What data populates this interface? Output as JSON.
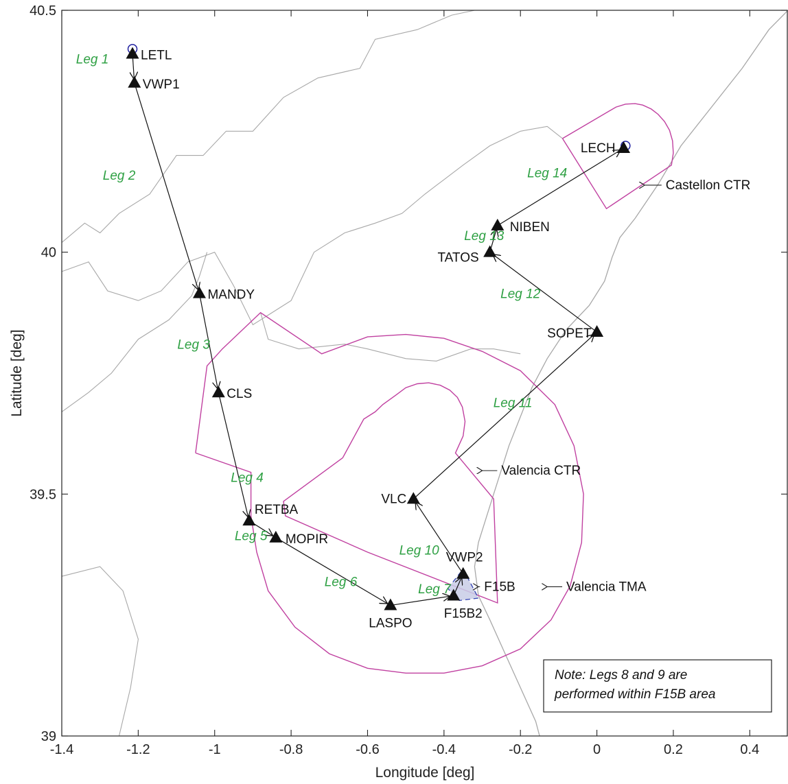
{
  "chart_data": {
    "type": "line",
    "xlabel": "Longitude [deg]",
    "ylabel": "Latitude [deg]",
    "xlim": [
      -1.4,
      0.5
    ],
    "ylim": [
      39,
      40.5
    ],
    "x_ticks": [
      -1.4,
      -1.2,
      -1,
      -0.8,
      -0.6,
      -0.4,
      -0.2,
      0,
      0.2,
      0.4
    ],
    "x_tick_labels": [
      "-1.4",
      "-1.2",
      "-1",
      "-0.8",
      "-0.6",
      "-0.4",
      "-0.2",
      "0",
      "0.2",
      "0.4"
    ],
    "y_ticks": [
      39,
      39.5,
      40,
      40.5
    ],
    "y_tick_labels": [
      "39",
      "39.5",
      "40",
      "40.5"
    ],
    "grid": false,
    "colors": {
      "route": "#111111",
      "airspace": "#c040a0",
      "coastline": "#a8a8a8",
      "leg_label": "#2ea043",
      "origin_marker": "#2020a0",
      "f15b_fill": "#c8cce6",
      "f15b_edge": "#3040b0"
    },
    "waypoints": [
      {
        "name": "LETL",
        "x": -1.215,
        "y": 40.41
      },
      {
        "name": "VWP1",
        "x": -1.21,
        "y": 40.35
      },
      {
        "name": "MANDY",
        "x": -1.04,
        "y": 39.915
      },
      {
        "name": "CLS",
        "x": -0.99,
        "y": 39.71
      },
      {
        "name": "RETBA",
        "x": -0.91,
        "y": 39.445
      },
      {
        "name": "MOPIR",
        "x": -0.84,
        "y": 39.41
      },
      {
        "name": "LASPO",
        "x": -0.54,
        "y": 39.27
      },
      {
        "name": "F15B2",
        "x": -0.375,
        "y": 39.29
      },
      {
        "name": "VWP2",
        "x": -0.35,
        "y": 39.335
      },
      {
        "name": "VLC",
        "x": -0.48,
        "y": 39.49
      },
      {
        "name": "SOPET",
        "x": 0.0,
        "y": 39.835
      },
      {
        "name": "TATOS",
        "x": -0.28,
        "y": 40.0
      },
      {
        "name": "NIBEN",
        "x": -0.26,
        "y": 40.055
      },
      {
        "name": "LECH",
        "x": 0.07,
        "y": 40.215
      }
    ],
    "legs": [
      {
        "label": "Leg 1",
        "from": "LETL",
        "to": "VWP1",
        "label_x": -1.32,
        "label_y": 40.39
      },
      {
        "label": "Leg 2",
        "from": "VWP1",
        "to": "MANDY",
        "label_x": -1.25,
        "label_y": 40.15
      },
      {
        "label": "Leg 3",
        "from": "MANDY",
        "to": "CLS",
        "label_x": -1.055,
        "label_y": 39.8
      },
      {
        "label": "Leg 4",
        "from": "CLS",
        "to": "RETBA",
        "label_x": -0.915,
        "label_y": 39.525
      },
      {
        "label": "Leg 5",
        "from": "RETBA",
        "to": "MOPIR",
        "label_x": -0.905,
        "label_y": 39.405
      },
      {
        "label": "Leg 6",
        "from": "MOPIR",
        "to": "LASPO",
        "label_x": -0.67,
        "label_y": 39.31
      },
      {
        "label": "Leg 7",
        "from": "LASPO",
        "to": "F15B2",
        "label_x": -0.425,
        "label_y": 39.295
      },
      {
        "label": "Leg 10",
        "from": "VWP2",
        "to": "VLC",
        "label_x": -0.465,
        "label_y": 39.375
      },
      {
        "label": "Leg 11",
        "from": "VLC",
        "to": "SOPET",
        "label_x": -0.22,
        "label_y": 39.68
      },
      {
        "label": "Leg 12",
        "from": "SOPET",
        "to": "TATOS",
        "label_x": -0.2,
        "label_y": 39.905
      },
      {
        "label": "Leg 13",
        "from": "TATOS",
        "to": "NIBEN",
        "label_x": -0.295,
        "label_y": 40.025
      },
      {
        "label": "Leg 14",
        "from": "NIBEN",
        "to": "LECH",
        "label_x": -0.13,
        "label_y": 40.155
      }
    ],
    "route_extra": [
      {
        "from": "F15B2",
        "to": "VWP2"
      }
    ],
    "airspaces": [
      {
        "label": "Castellon CTR",
        "label_x": 0.18,
        "label_y": 40.13,
        "arrow_x": 0.125,
        "points": [
          [
            -0.09,
            40.235
          ],
          [
            0.025,
            40.09
          ],
          [
            0.195,
            40.18
          ],
          [
            0.2,
            40.205
          ],
          [
            0.198,
            40.23
          ],
          [
            0.19,
            40.252
          ],
          [
            0.177,
            40.27
          ],
          [
            0.16,
            40.285
          ],
          [
            0.142,
            40.296
          ],
          [
            0.12,
            40.304
          ],
          [
            0.1,
            40.307
          ],
          [
            0.075,
            40.306
          ],
          [
            0.05,
            40.3
          ],
          [
            -0.09,
            40.235
          ]
        ]
      },
      {
        "label": "Valencia CTR",
        "label_x": -0.25,
        "label_y": 39.54,
        "arrow_x": -0.3,
        "points": [
          [
            -0.665,
            39.575
          ],
          [
            -0.82,
            39.485
          ],
          [
            -0.815,
            39.455
          ],
          [
            -0.6,
            39.38
          ],
          [
            -0.26,
            39.275
          ],
          [
            -0.27,
            39.49
          ],
          [
            -0.37,
            39.585
          ],
          [
            -0.35,
            39.62
          ],
          [
            -0.345,
            39.65
          ],
          [
            -0.352,
            39.68
          ],
          [
            -0.365,
            39.7
          ],
          [
            -0.385,
            39.715
          ],
          [
            -0.41,
            39.725
          ],
          [
            -0.44,
            39.73
          ],
          [
            -0.47,
            39.728
          ],
          [
            -0.5,
            39.72
          ],
          [
            -0.525,
            39.705
          ],
          [
            -0.56,
            39.685
          ],
          [
            -0.58,
            39.67
          ],
          [
            -0.61,
            39.655
          ],
          [
            -0.665,
            39.575
          ]
        ]
      },
      {
        "label": "Valencia TMA",
        "label_x": -0.08,
        "label_y": 39.3,
        "arrow_x": -0.13,
        "points": [
          [
            -1.05,
            39.585
          ],
          [
            -1.02,
            39.765
          ],
          [
            -0.98,
            39.8
          ],
          [
            -0.88,
            39.875
          ],
          [
            -0.72,
            39.79
          ],
          [
            -0.6,
            39.825
          ],
          [
            -0.5,
            39.83
          ],
          [
            -0.4,
            39.822
          ],
          [
            -0.3,
            39.795
          ],
          [
            -0.2,
            39.755
          ],
          [
            -0.11,
            39.685
          ],
          [
            -0.06,
            39.6
          ],
          [
            -0.035,
            39.5
          ],
          [
            -0.04,
            39.4
          ],
          [
            -0.07,
            39.31
          ],
          [
            -0.12,
            39.24
          ],
          [
            -0.2,
            39.18
          ],
          [
            -0.3,
            39.145
          ],
          [
            -0.4,
            39.13
          ],
          [
            -0.5,
            39.13
          ],
          [
            -0.6,
            39.14
          ],
          [
            -0.7,
            39.17
          ],
          [
            -0.79,
            39.225
          ],
          [
            -0.86,
            39.3
          ],
          [
            -0.89,
            39.38
          ],
          [
            -0.905,
            39.455
          ],
          [
            -0.905,
            39.545
          ],
          [
            -1.05,
            39.585
          ]
        ]
      }
    ],
    "f15b_area": {
      "label": "F15B",
      "label_x": -0.295,
      "label_y": 39.3,
      "points": [
        [
          -0.39,
          39.305
        ],
        [
          -0.35,
          39.345
        ],
        [
          -0.31,
          39.285
        ],
        [
          -0.36,
          39.28
        ],
        [
          -0.39,
          39.305
        ]
      ]
    },
    "origin_markers": [
      {
        "x": -1.215,
        "y": 40.42
      },
      {
        "x": 0.075,
        "y": 40.22
      }
    ],
    "coastline": [
      [
        0.5,
        40.5
      ],
      [
        0.45,
        40.46
      ],
      [
        0.38,
        40.38
      ],
      [
        0.3,
        40.3
      ],
      [
        0.22,
        40.22
      ],
      [
        0.16,
        40.14
      ],
      [
        0.1,
        40.07
      ],
      [
        0.06,
        40.03
      ],
      [
        0.04,
        39.99
      ],
      [
        0.02,
        39.94
      ],
      [
        -0.02,
        39.89
      ],
      [
        -0.08,
        39.84
      ],
      [
        -0.13,
        39.78
      ],
      [
        -0.17,
        39.72
      ],
      [
        -0.2,
        39.66
      ],
      [
        -0.23,
        39.6
      ],
      [
        -0.25,
        39.55
      ],
      [
        -0.27,
        39.5
      ],
      [
        -0.29,
        39.45
      ],
      [
        -0.31,
        39.4
      ],
      [
        -0.32,
        39.35
      ],
      [
        -0.31,
        39.29
      ],
      [
        -0.28,
        39.24
      ],
      [
        -0.24,
        39.17
      ],
      [
        -0.2,
        39.1
      ],
      [
        -0.16,
        39.03
      ],
      [
        -0.15,
        39.0
      ]
    ],
    "borders": [
      [
        [
          -1.4,
          40.02
        ],
        [
          -1.34,
          40.06
        ],
        [
          -1.3,
          40.04
        ],
        [
          -1.25,
          40.08
        ],
        [
          -1.17,
          40.12
        ],
        [
          -1.1,
          40.2
        ],
        [
          -1.03,
          40.2
        ],
        [
          -0.97,
          40.25
        ],
        [
          -0.9,
          40.25
        ],
        [
          -0.82,
          40.32
        ],
        [
          -0.73,
          40.36
        ],
        [
          -0.62,
          40.38
        ],
        [
          -0.58,
          40.44
        ],
        [
          -0.47,
          40.46
        ],
        [
          -0.38,
          40.49
        ],
        [
          -0.32,
          40.5
        ]
      ],
      [
        [
          -1.4,
          39.96
        ],
        [
          -1.33,
          39.98
        ],
        [
          -1.28,
          39.92
        ],
        [
          -1.2,
          39.9
        ],
        [
          -1.14,
          39.92
        ],
        [
          -1.07,
          39.98
        ],
        [
          -1.0,
          40.0
        ],
        [
          -0.95,
          39.93
        ],
        [
          -0.9,
          39.85
        ],
        [
          -0.86,
          39.87
        ],
        [
          -0.8,
          39.9
        ],
        [
          -0.74,
          40.0
        ],
        [
          -0.66,
          40.04
        ],
        [
          -0.58,
          40.06
        ],
        [
          -0.51,
          40.08
        ],
        [
          -0.45,
          40.12
        ],
        [
          -0.4,
          40.15
        ],
        [
          -0.35,
          40.18
        ],
        [
          -0.28,
          40.22
        ],
        [
          -0.2,
          40.25
        ],
        [
          -0.13,
          40.26
        ],
        [
          -0.09,
          40.235
        ]
      ],
      [
        [
          -0.88,
          39.875
        ],
        [
          -0.86,
          39.82
        ],
        [
          -0.78,
          39.8
        ],
        [
          -0.66,
          39.81
        ],
        [
          -0.6,
          39.8
        ],
        [
          -0.5,
          39.78
        ],
        [
          -0.42,
          39.775
        ],
        [
          -0.33,
          39.8
        ],
        [
          -0.27,
          39.8
        ],
        [
          -0.2,
          39.79
        ]
      ],
      [
        [
          -1.4,
          39.67
        ],
        [
          -1.33,
          39.71
        ],
        [
          -1.27,
          39.75
        ],
        [
          -1.2,
          39.82
        ],
        [
          -1.12,
          39.86
        ],
        [
          -1.06,
          39.91
        ],
        [
          -1.04,
          39.95
        ],
        [
          -1.02,
          40.0
        ]
      ],
      [
        [
          -1.4,
          39.33
        ],
        [
          -1.3,
          39.35
        ],
        [
          -1.24,
          39.3
        ],
        [
          -1.2,
          39.2
        ],
        [
          -1.22,
          39.1
        ],
        [
          -1.25,
          39.0
        ]
      ]
    ],
    "note": {
      "line1": "Note: Legs 8 and 9 are",
      "line2": "performed within F15B area"
    }
  }
}
